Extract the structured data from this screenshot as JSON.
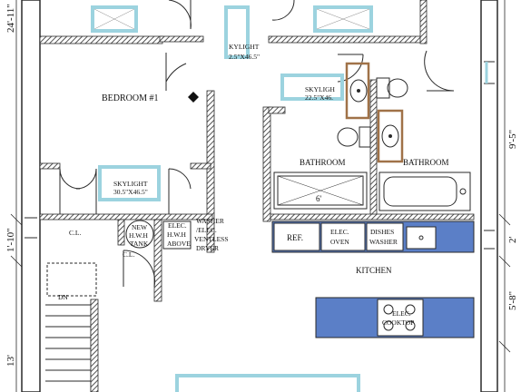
{
  "rooms": {
    "bedroom": "BEDROOM #1",
    "bathroom_left": "BATHROOM",
    "bathroom_right": "BATHROOM",
    "kitchen": "KITCHEN",
    "closet_left": "C.L.",
    "closet_mid": "C.L.",
    "down": "DN"
  },
  "skylights": {
    "top_mid_line1": "KYLIGHT",
    "top_mid_line2": "2.5\"X46.5\"",
    "bath_line1": "SKYLIGH",
    "bath_line2": "22.5\"X46.",
    "bed_line1": "SKYLIGHT",
    "bed_line2": "30.5\"X46.5\""
  },
  "fixtures": {
    "hwh_line1": "NEW",
    "hwh_line2": "H.W.H",
    "hwh_line3": "TANK",
    "elec_hwh_line1": "ELEC.",
    "elec_hwh_line2": "H.W.H",
    "elec_hwh_line3": "ABOVE",
    "washer_line1": "WASHER",
    "washer_line2": "/ELEC.",
    "washer_line3": "VENTLESS",
    "washer_line4": "DRYER",
    "refrigerator": "REF.",
    "oven_line1": "ELEC.",
    "oven_line2": "OVEN",
    "dishwasher_line1": "DISHES",
    "dishwasher_line2": "WASHER",
    "cooktop_line1": "ELEC.",
    "cooktop_line2": "COOKTOP",
    "shower_size": "6'"
  },
  "dimensions": {
    "left_top": "24'-11\"",
    "left_mid": "1'-10\"",
    "left_bottom": "13'",
    "right_top": "9'-5\"",
    "right_mid": "2'",
    "right_bottom": "5'-8\""
  },
  "colors": {
    "wall": "#2a2a2a",
    "skylight": "#9cd3df",
    "counter": "#5b7fc7",
    "toilet": "#a07248"
  }
}
